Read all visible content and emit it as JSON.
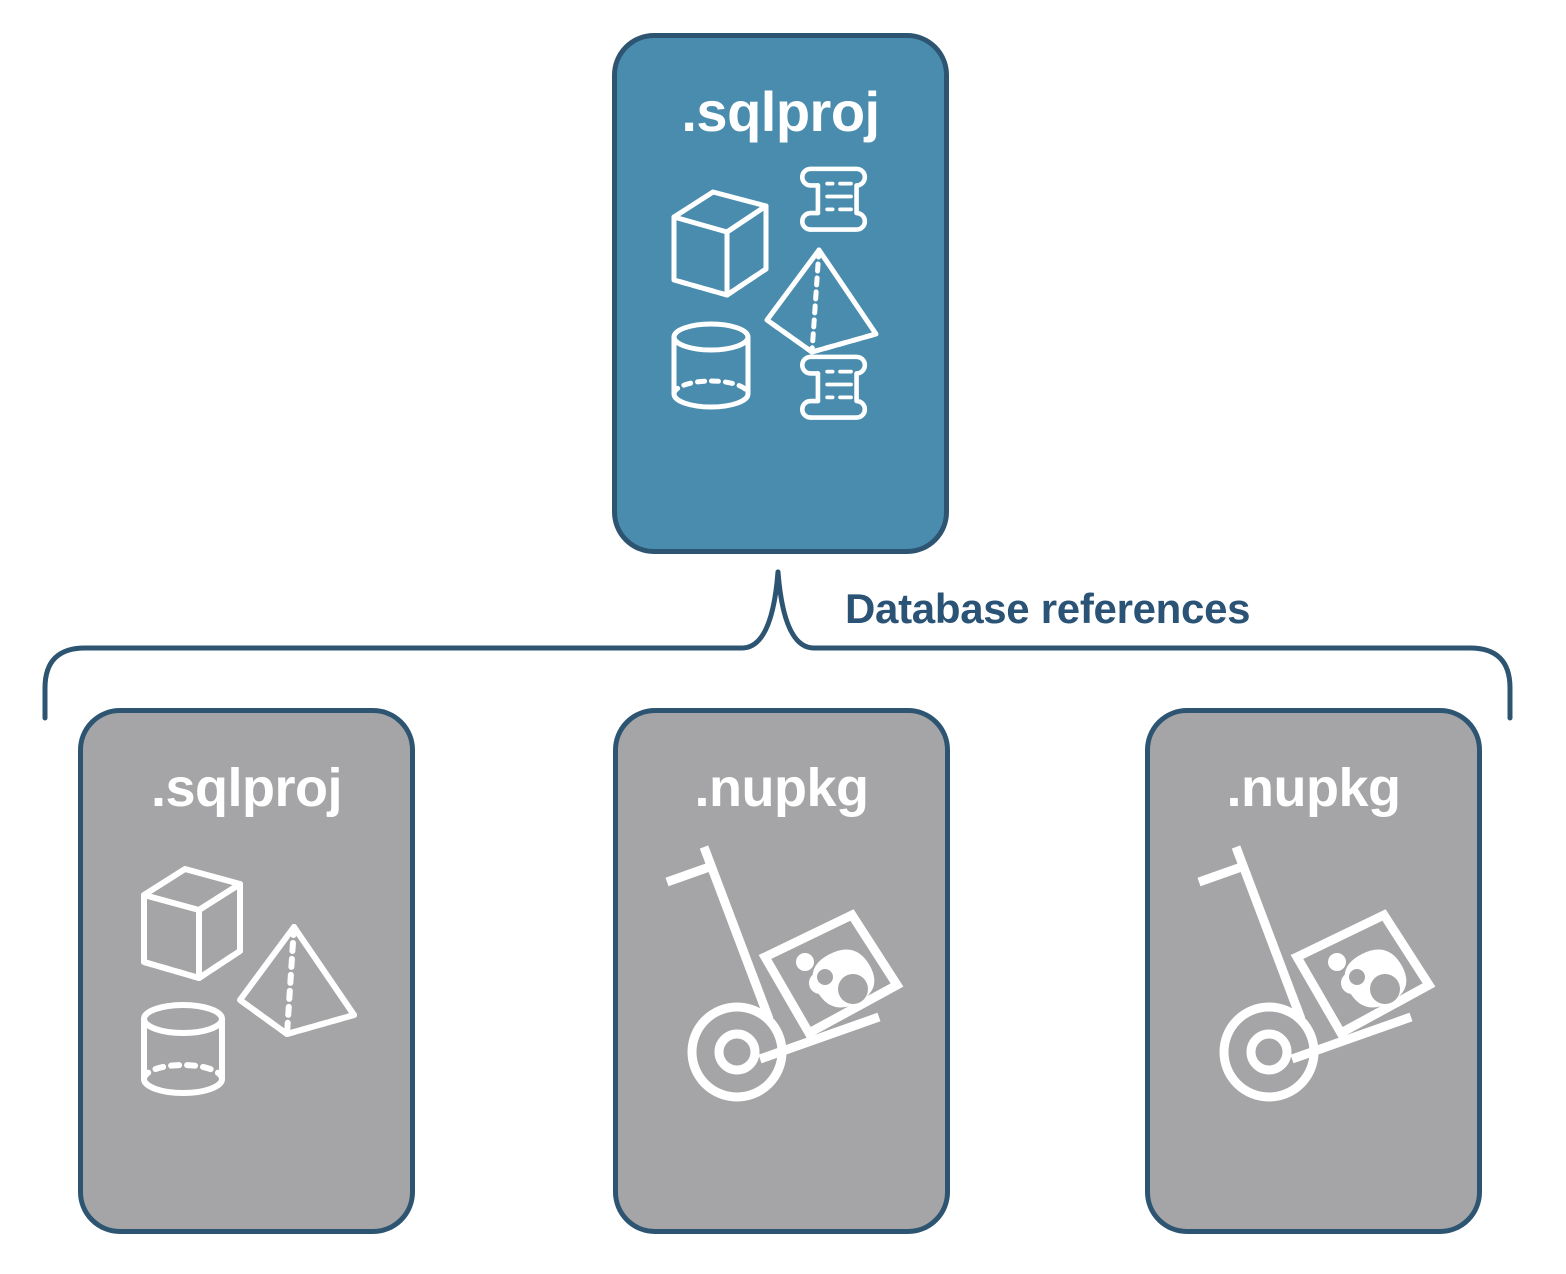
{
  "diagram": {
    "title": "SQL project database references diagram",
    "colors": {
      "card_blue_fill": "#4a8cae",
      "card_gray_fill": "#a5a5a7",
      "card_border": "#2d5572",
      "label_text": "#2a5376",
      "icon_stroke": "#ffffff",
      "background": "#ffffff"
    },
    "connector": {
      "label": "Database references",
      "style": "curly-brace"
    },
    "root_node": {
      "label": ".sqlproj",
      "fill": "blue",
      "icons": [
        "database-objects-icon",
        "script-scroll-icon",
        "script-scroll-icon"
      ]
    },
    "reference_nodes": [
      {
        "label": ".sqlproj",
        "fill": "gray",
        "icons": [
          "database-objects-icon"
        ]
      },
      {
        "label": ".nupkg",
        "fill": "gray",
        "icons": [
          "nuget-package-hand-truck-icon"
        ]
      },
      {
        "label": ".nupkg",
        "fill": "gray",
        "icons": [
          "nuget-package-hand-truck-icon"
        ]
      }
    ]
  }
}
